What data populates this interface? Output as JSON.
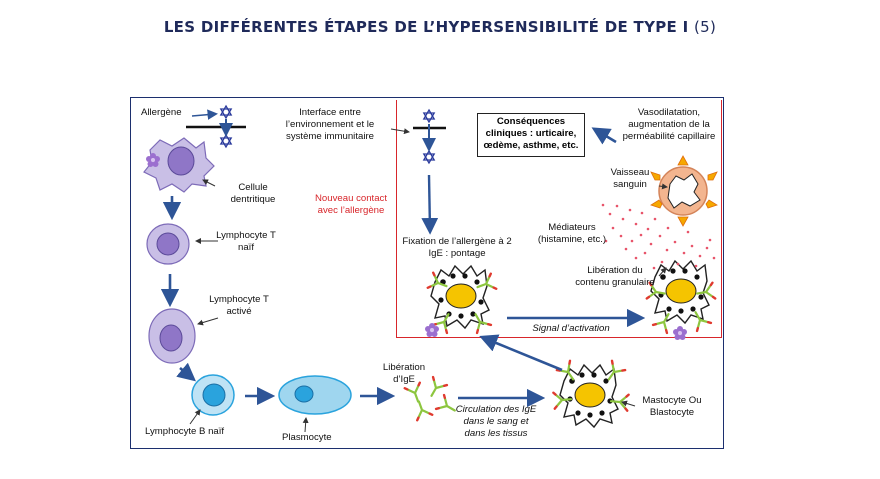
{
  "title": {
    "main": "LES DIFFÉRENTES ÉTAPES DE L’HYPERSENSIBILITÉ DE TYPE I",
    "num": "(5)"
  },
  "labels": {
    "allergene": "Allergène",
    "interface": "Interface entre l’environnement et le système immunitaire",
    "cellule_dentritique": "Cellule dentritique",
    "lympho_t_naif": "Lymphocyte T naïf",
    "lympho_t_active": "Lymphocyte T activé",
    "lympho_b_naif": "Lymphocyte B naïf",
    "plasmocyte": "Plasmocyte",
    "liberation_ige": "Libération d’IgE",
    "circulation": "Circulation des IgE dans le sang et dans les tissus",
    "mastocyte": "Mastocyte Ou Blastocyte",
    "nouveau_contact": "Nouveau contact avec l’allergène",
    "fixation": "Fixation de l’allergène à 2 IgE : pontage",
    "signal": "Signal d’activation",
    "consequences": "Conséquences cliniques : urticaire, œdème, asthme, etc.",
    "vasodilatation": "Vasodilatation, augmentation de la perméabilité capillaire",
    "vaisseau": "Vaisseau sanguin",
    "mediateurs": "Médiateurs (histamine, etc.)",
    "liberation_contenu": "Libération du contenu granulaire"
  },
  "colors": {
    "title": "#1f2a5a",
    "frame": "#1c2f6e",
    "arrow": "#2e5597",
    "red": "#d8262b",
    "lymphocyte": "#c9bfe6",
    "lymphocyte_nucleus": "#8f76c7",
    "b_cell": "#2aa3dd",
    "mast_granule": "#f5c400",
    "vessel": "#f3b58f",
    "ige_green": "#8dc63f"
  }
}
